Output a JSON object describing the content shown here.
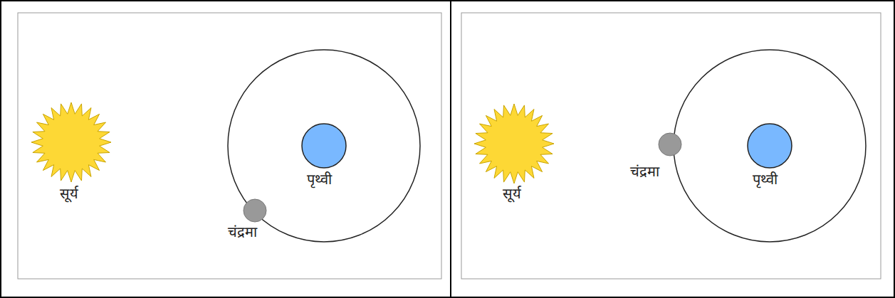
{
  "diagram": {
    "labels": [
      "सूर्य",
      "पृथ्वी",
      "चंद्रमा",
      "सूर्य",
      "चंद्रमा",
      "पृथ्वी"
    ]
  }
}
